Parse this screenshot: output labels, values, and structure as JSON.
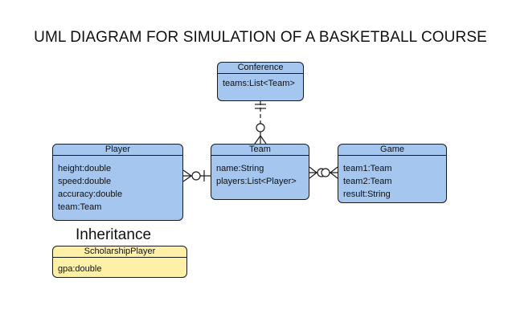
{
  "title": "UML DIAGRAM FOR SIMULATION OF A BASKETBALL COURSE",
  "inheritance_label": "Inheritance",
  "classes": {
    "conference": {
      "name": "Conference",
      "attributes": [
        "teams:List<Team>"
      ]
    },
    "player": {
      "name": "Player",
      "attributes": [
        "height:double",
        "speed:double",
        "accuracy:double",
        "team:Team"
      ]
    },
    "team": {
      "name": "Team",
      "attributes": [
        "name:String",
        "players:List<Player>"
      ]
    },
    "game": {
      "name": "Game",
      "attributes": [
        "team1:Team",
        "team2:Team",
        "result:String"
      ]
    },
    "scholarship_player": {
      "name": "ScholarshipPlayer",
      "attributes": [
        "gpa:double"
      ]
    }
  },
  "colors": {
    "class_fill": "#a4c6ef",
    "subclass_fill": "#fff0a8",
    "stroke": "#1a1a1a"
  }
}
